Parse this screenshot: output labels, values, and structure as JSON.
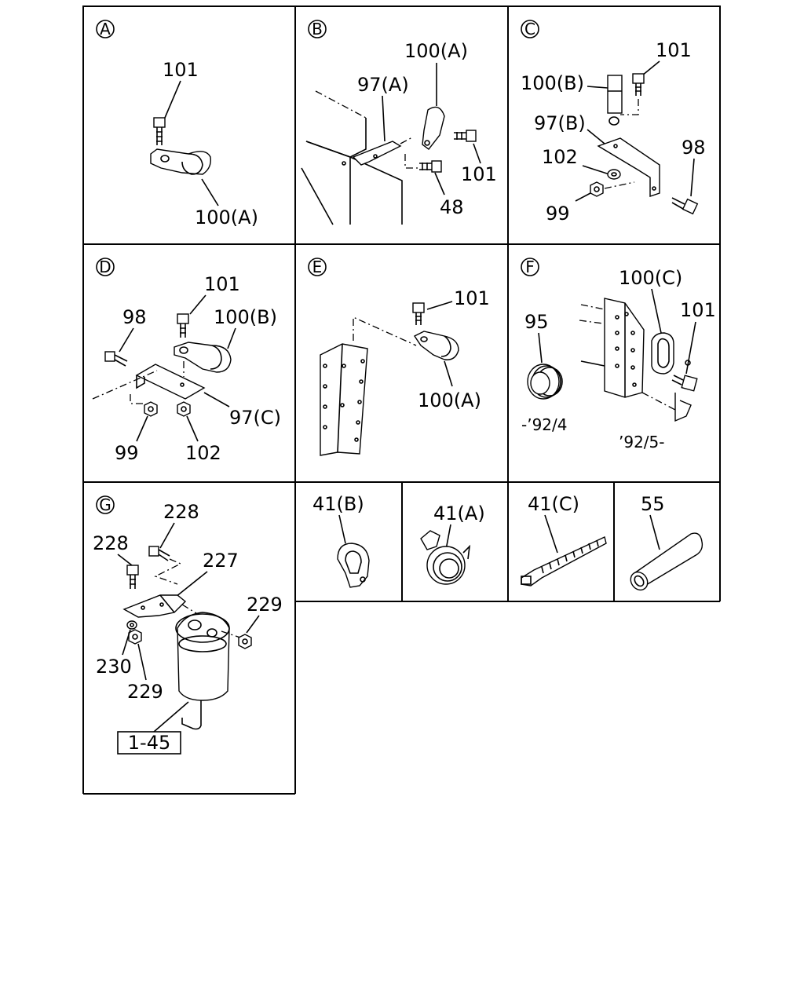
{
  "panels": {
    "A": {
      "letter": "A",
      "labels": {
        "bolt": "101",
        "clip": "100(A)"
      }
    },
    "B": {
      "letter": "B",
      "labels": {
        "clip": "100(A)",
        "bracket": "97(A)",
        "bolt": "101",
        "bolt2": "48"
      }
    },
    "C": {
      "letter": "C",
      "labels": {
        "clip": "100(B)",
        "bolt": "101",
        "bracket": "97(B)",
        "washer": "102",
        "bolt98": "98",
        "nut": "99"
      }
    },
    "D": {
      "letter": "D",
      "labels": {
        "bolt": "101",
        "bolt98": "98",
        "clip": "100(B)",
        "bracket": "97(C)",
        "nut": "99",
        "washer": "102"
      }
    },
    "E": {
      "letter": "E",
      "labels": {
        "bolt": "101",
        "clip": "100(A)"
      }
    },
    "F": {
      "letter": "F",
      "labels": {
        "clip": "100(C)",
        "grommet": "95",
        "bolt": "101",
        "date_to": "-’92/4",
        "date_from": "’92/5-"
      }
    },
    "G": {
      "letter": "G",
      "labels": {
        "bolt_a": "228",
        "bolt_b": "228",
        "bracket": "227",
        "nut_r": "229",
        "washer": "230",
        "nut_l": "229",
        "filter_ref": "1-45"
      }
    },
    "H": {
      "labels": {
        "clip_b": "41(B)",
        "clip_a": "41(A)",
        "tie": "41(C)",
        "hose": "55"
      }
    }
  }
}
